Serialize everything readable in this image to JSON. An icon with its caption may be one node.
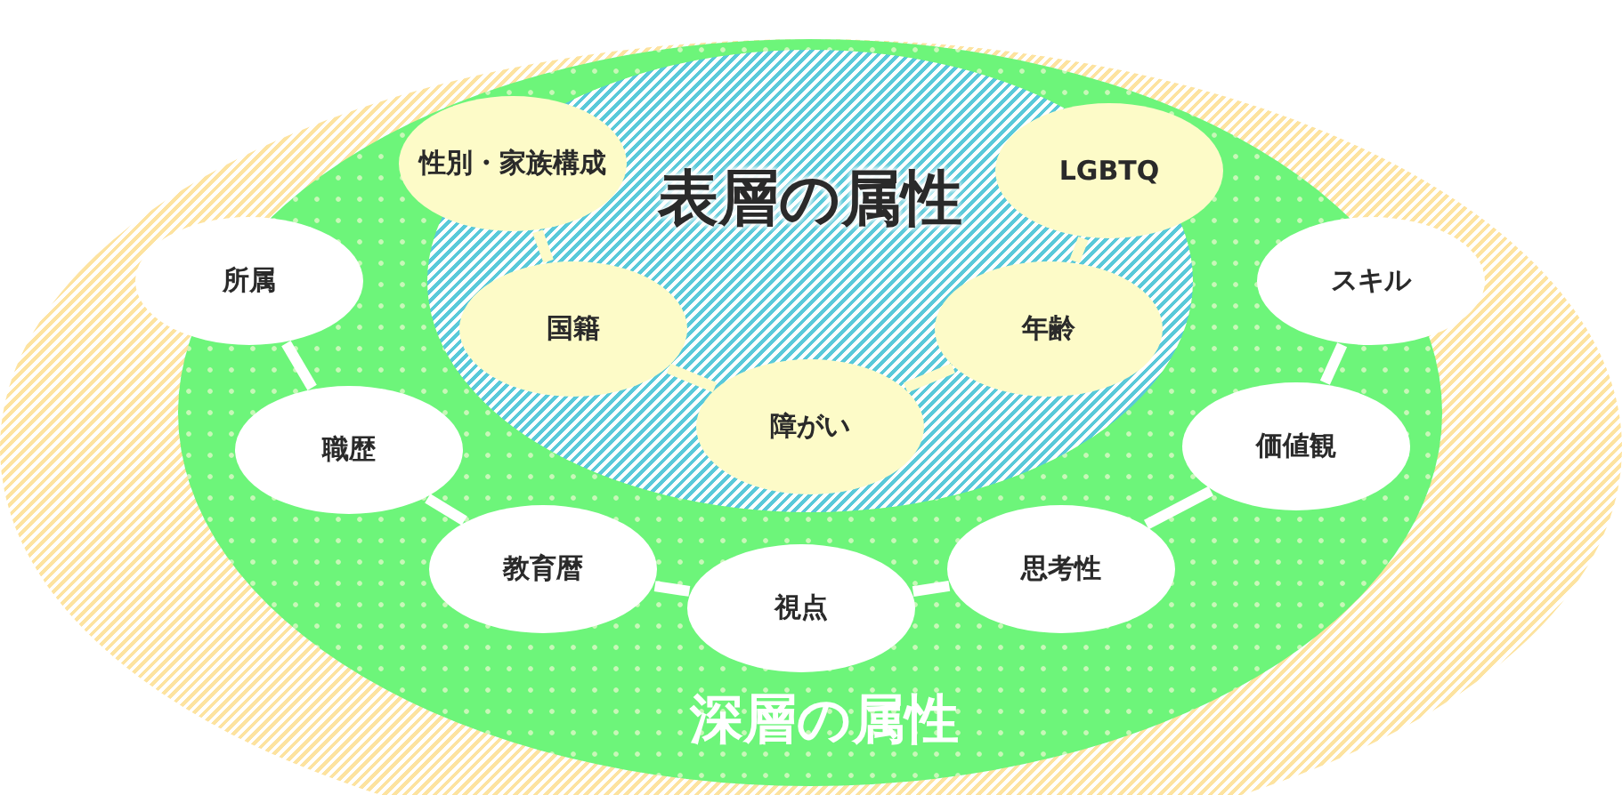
{
  "diagram": {
    "nodes": [
      {
        "text": [
          "深層の属性"
        ]
      },
      {
        "text": [
          "表層の属性"
        ],
        "in": 0
      },
      {
        "text": [
          "性別・家族構成"
        ],
        "in": 1
      },
      {
        "text": [
          "LGBTQ"
        ],
        "in": 1
      },
      {
        "text": [
          "国籍"
        ],
        "in": 1
      },
      {
        "text": [
          "年齢"
        ],
        "in": 1
      },
      {
        "text": [
          "障がい"
        ],
        "in": 1
      },
      {
        "text": [
          "所属"
        ]
      },
      {
        "text": [
          "スキル"
        ]
      },
      {
        "text": [
          "職歴"
        ],
        "in": 0
      },
      {
        "text": [
          "価値観"
        ],
        "in": 0
      },
      {
        "text": [
          "教育暦"
        ],
        "in": 0
      },
      {
        "text": [
          "思考性"
        ],
        "in": 0
      },
      {
        "text": [
          "視点"
        ],
        "in": 0
      }
    ],
    "edges": [
      {
        "from": 2,
        "to": 4,
        "arrow": "none",
        "color": "#fdfbc8"
      },
      {
        "from": 4,
        "to": 6,
        "arrow": "none",
        "color": "#fdfbc8"
      },
      {
        "from": 6,
        "to": 5,
        "arrow": "none",
        "color": "#fdfbc8"
      },
      {
        "from": 5,
        "to": 3,
        "arrow": "none",
        "color": "#fdfbc8"
      },
      {
        "from": 7,
        "to": 9,
        "arrow": "none"
      },
      {
        "from": 9,
        "to": 11,
        "arrow": "none"
      },
      {
        "from": 11,
        "to": 13,
        "arrow": "none"
      },
      {
        "from": 13,
        "to": 12,
        "arrow": "none"
      },
      {
        "from": 12,
        "to": 10,
        "arrow": "none"
      },
      {
        "from": 10,
        "to": 8,
        "arrow": "none"
      }
    ]
  }
}
